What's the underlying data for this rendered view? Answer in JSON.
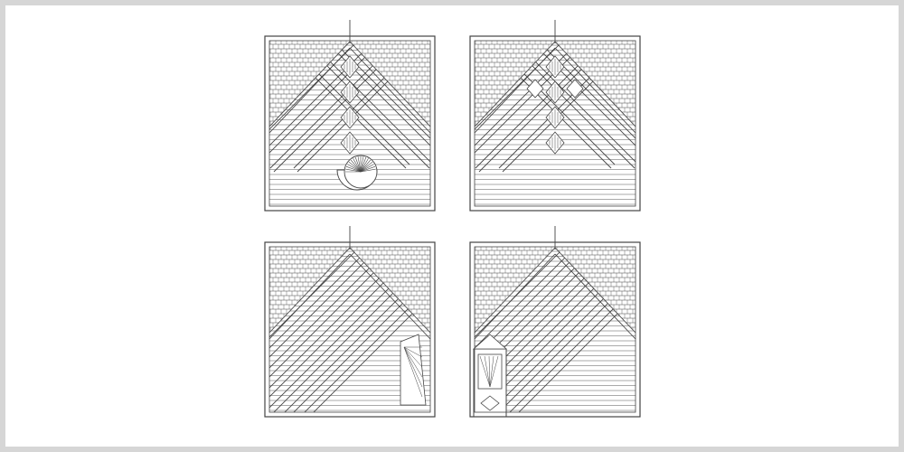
{
  "image": {
    "kind": "architectural elevation drawings",
    "panels": [
      {
        "id": "top-left",
        "variant": "diamond lattice with fan window"
      },
      {
        "id": "top-right",
        "variant": "diamond lattice with paired diamond panels"
      },
      {
        "id": "bottom-left",
        "variant": "diagonal siding with fan vent"
      },
      {
        "id": "bottom-right",
        "variant": "diagonal siding with door"
      }
    ],
    "colors": {
      "frame_border": "#d6d6d6",
      "line": "#444444",
      "background": "#ffffff"
    }
  }
}
